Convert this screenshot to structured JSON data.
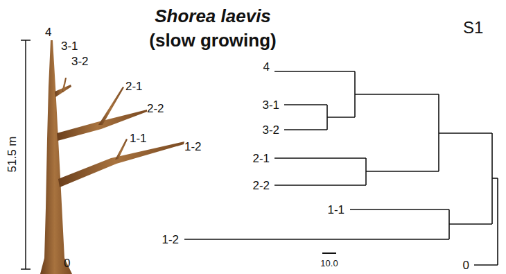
{
  "diagram": {
    "title": "Shorea laevis",
    "labels": [
      "(slow growing)",
      "S1",
      "51.5 m",
      "4",
      "3-1",
      "3-2",
      "2-1",
      "2-2",
      "1-1",
      "1-2",
      "0",
      "4",
      "3-1",
      "3-2",
      "2-1",
      "2-2",
      "1-1",
      "1-2",
      "0",
      "10.0"
    ]
  }
}
